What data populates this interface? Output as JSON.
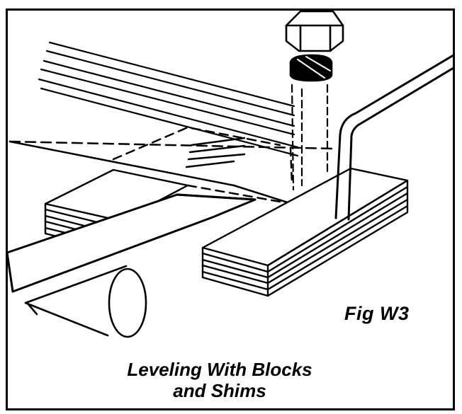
{
  "figure": {
    "label": "Fig W3",
    "caption_line1": "Leveling With Blocks",
    "caption_line2": "and Shims"
  },
  "parts": [
    "hex-bolt",
    "shim-stack-left",
    "shim-stack-right",
    "pry-bar",
    "roller",
    "bent-rod",
    "rail"
  ]
}
